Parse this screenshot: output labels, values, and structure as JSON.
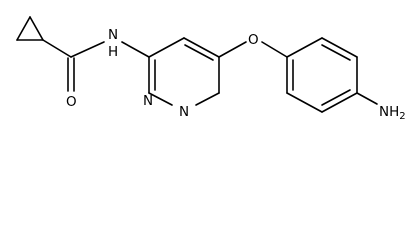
{
  "molecule": {
    "atoms": {
      "amide_n": {
        "element": "N",
        "hydrogens": "H",
        "label": "N\nH"
      },
      "carbonyl_o": {
        "element": "O",
        "label": "O"
      },
      "ether_o": {
        "element": "O",
        "label": "O"
      },
      "ring_n_left": {
        "element": "N",
        "label": "N"
      },
      "ring_n_right": {
        "element": "N",
        "label": "N"
      },
      "amino_n": {
        "element": "N",
        "label": "NH",
        "subscript": "2"
      }
    }
  }
}
